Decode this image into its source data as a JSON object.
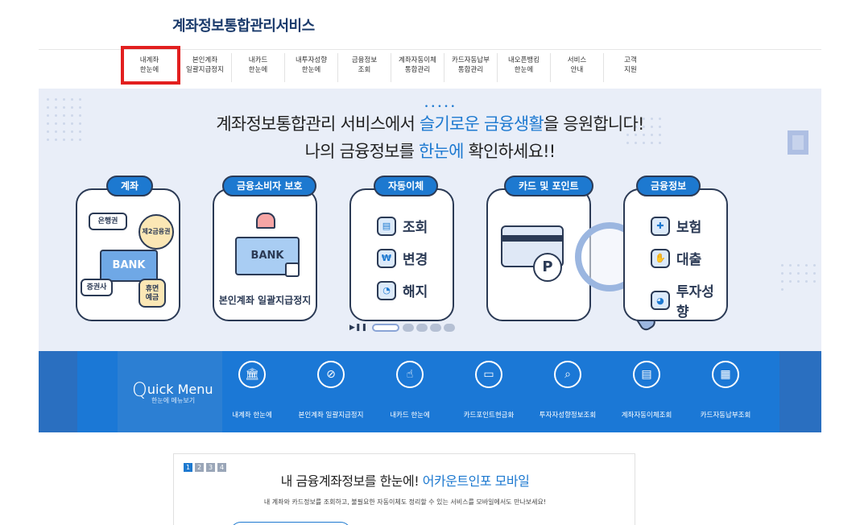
{
  "site": {
    "title": "계좌정보통합관리서비스"
  },
  "gnb": {
    "items": [
      {
        "label": "내계좌\n한눈에"
      },
      {
        "label": "본인계좌\n일괄지급정지"
      },
      {
        "label": "내카드\n한눈에"
      },
      {
        "label": "내투자성향\n한눈에"
      },
      {
        "label": "금융정보\n조회"
      },
      {
        "label": "계좌자동이체\n통합관리"
      },
      {
        "label": "카드자동납부\n통합관리"
      },
      {
        "label": "내오픈뱅킹\n한눈에"
      },
      {
        "label": "서비스\n안내"
      },
      {
        "label": "고객\n지원"
      }
    ],
    "highlight_color": "#e21f1f"
  },
  "hero": {
    "line1_before": "계좌정보통합관리 서비스에서 ",
    "line1_highlight": "슬기로운 금융생활",
    "line1_after": "을 응원합니다!",
    "line2_before": "나의 금융정보를 ",
    "line2_highlight": "한눈에",
    "line2_after": " 확인하세요!!",
    "accent_color": "#1d79d0",
    "cards": [
      {
        "tag": "계좌",
        "bubbles": [
          "은행권",
          "제2금융권",
          "증권사",
          "휴면\n예금"
        ],
        "box_label": "BANK"
      },
      {
        "tag": "금융소비자 보호",
        "box_label": "BANK",
        "caption": "본인계좌 일괄지급정지"
      },
      {
        "tag": "자동이체",
        "items": [
          "조회",
          "변경",
          "해지"
        ]
      },
      {
        "tag": "카드 및 포인트",
        "coin_label": "P"
      },
      {
        "tag": "금융정보",
        "items": [
          "보험",
          "대출",
          "투자성향"
        ]
      }
    ]
  },
  "quick_menu": {
    "title_q": "Q",
    "title_rest": "uick Menu",
    "subtitle": "한눈에 메뉴보기",
    "items": [
      {
        "label": "내계좌 한눈에",
        "icon": "bank-icon"
      },
      {
        "label": "본인계좌 일괄지급정지",
        "icon": "card-block-icon"
      },
      {
        "label": "내카드 한눈에",
        "icon": "card-touch-icon"
      },
      {
        "label": "카드포인트현금화",
        "icon": "card-point-icon"
      },
      {
        "label": "투자자성향정보조회",
        "icon": "monitor-search-icon"
      },
      {
        "label": "계좌자동이체조회",
        "icon": "auto-transfer-icon"
      },
      {
        "label": "카드자동납부조회",
        "icon": "auto-pay-search-icon"
      }
    ]
  },
  "promo": {
    "pages": [
      "1",
      "2",
      "3",
      "4"
    ],
    "title_before": "내 금융계좌정보를 한눈에! ",
    "title_highlight": "어카운트인포 모바일",
    "description": "내 계좌와 카드정보를 조회하고, 불필요한 자동이체도 정리할 수 있는 서비스를 모바일에서도 만나보세요!"
  }
}
